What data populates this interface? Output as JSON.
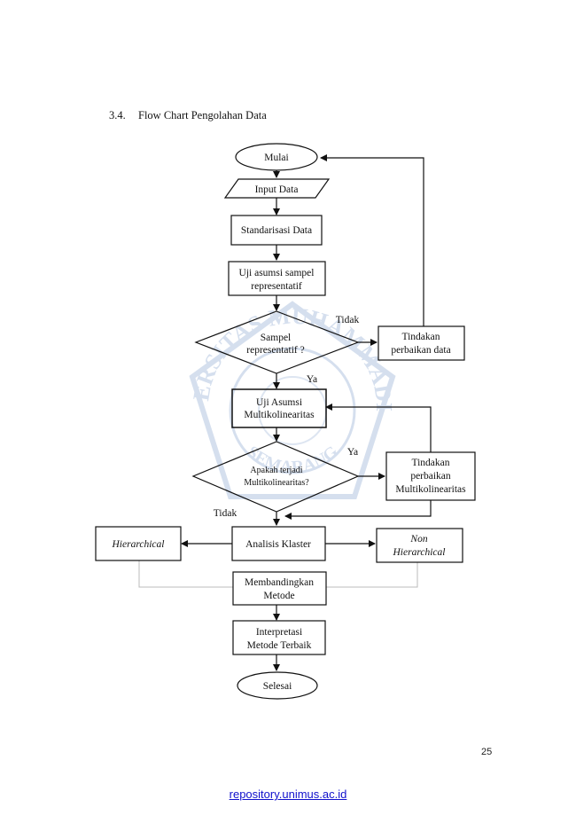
{
  "section": {
    "number": "3.4.",
    "title": "Flow Chart Pengolahan Data"
  },
  "flow": {
    "start": "Mulai",
    "input": "Input Data",
    "standardize": "Standarisasi Data",
    "assumption_sample": [
      "Uji asumsi sampel",
      "representatif"
    ],
    "decision_sample": [
      "Sampel",
      "representatif ?"
    ],
    "fix_data": [
      "Tindakan",
      "perbaikan data"
    ],
    "multicollinearity_test": [
      "Uji Asumsi",
      "Multikolinearitas"
    ],
    "decision_multicollinearity": [
      "Apakah terjadi",
      "Multikolinearitas?"
    ],
    "fix_multicollinearity": [
      "Tindakan",
      "perbaikan",
      "Multikolinearitas"
    ],
    "cluster_analysis": "Analisis Klaster",
    "hierarchical": "Hierarchical",
    "non_hierarchical": [
      "Non",
      "Hierarchical"
    ],
    "compare": [
      "Membandingkan",
      "Metode"
    ],
    "interpret": [
      "Interpretasi",
      "Metode Terbaik"
    ],
    "end": "Selesai",
    "label_no_1": "Tidak",
    "label_yes_1": "Ya",
    "label_yes_2": "Ya",
    "label_no_2": "Tidak"
  },
  "watermark": {
    "top_text": "UNIVERSITAS MUHAMMADIYAH",
    "bottom_text": "SEMARANG"
  },
  "footer": {
    "page_number": "25",
    "link": "repository.unimus.ac.id"
  },
  "colors": {
    "ink": "#111111",
    "link": "#1010cc",
    "watermark": "#8aa6cf",
    "connector_gray": "#bbbbbb"
  }
}
